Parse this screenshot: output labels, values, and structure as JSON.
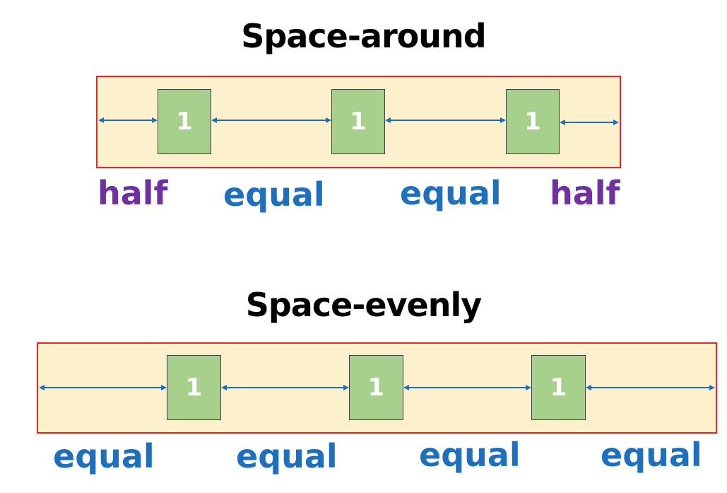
{
  "colors": {
    "container_fill": "#fdf0cc",
    "container_border": "#e8262a",
    "item_fill": "#a7d08c",
    "arrow": "#1f6fb8",
    "half_label": "#7030a0",
    "equal_label": "#1f6fbf"
  },
  "space_around": {
    "title": "Space-around",
    "items": [
      "1",
      "1",
      "1"
    ],
    "labels": [
      "half",
      "equal",
      "equal",
      "half"
    ]
  },
  "space_evenly": {
    "title": "Space-evenly",
    "items": [
      "1",
      "1",
      "1"
    ],
    "labels": [
      "equal",
      "equal",
      "equal",
      "equal"
    ]
  },
  "icons": {
    "arrow": "double-headed-arrow-icon"
  }
}
